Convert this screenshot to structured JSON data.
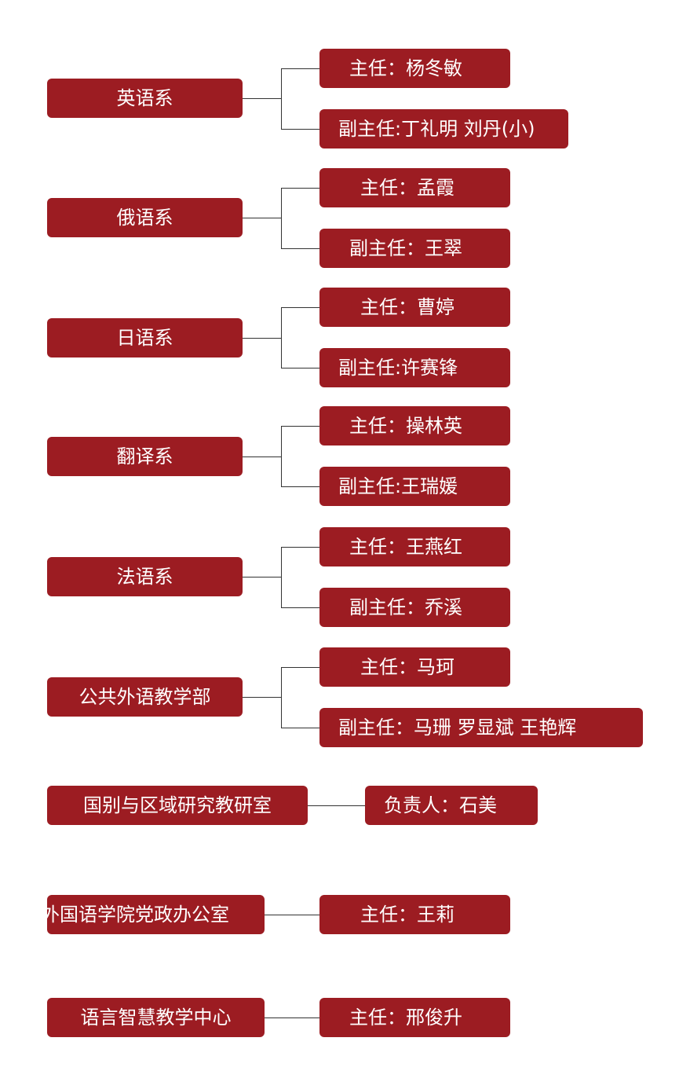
{
  "colors": {
    "box": "#9c1c22",
    "text": "#ffffff",
    "connector": "#333333"
  },
  "groups": [
    {
      "dept": "英语系",
      "leaders": [
        "主任：杨冬敏",
        "副主任:丁礼明 刘丹(小)"
      ]
    },
    {
      "dept": "俄语系",
      "leaders": [
        "主任：孟霞",
        "副主任：王翠"
      ]
    },
    {
      "dept": "日语系",
      "leaders": [
        "主任：曹婷",
        "副主任:许赛锋"
      ]
    },
    {
      "dept": "翻译系",
      "leaders": [
        "主任：操林英",
        "副主任:王瑞媛"
      ]
    },
    {
      "dept": "法语系",
      "leaders": [
        "主任：王燕红",
        "副主任：乔溪"
      ]
    },
    {
      "dept": "公共外语教学部",
      "leaders": [
        "主任：马珂",
        "副主任：马珊  罗显斌  王艳辉"
      ]
    },
    {
      "dept": "国别与区域研究教研室",
      "leaders": [
        "负责人：石美"
      ]
    },
    {
      "dept": "外国语学院党政办公室",
      "leaders": [
        "主任：王莉"
      ]
    },
    {
      "dept": "语言智慧教学中心",
      "leaders": [
        "主任：邢俊升"
      ]
    }
  ]
}
